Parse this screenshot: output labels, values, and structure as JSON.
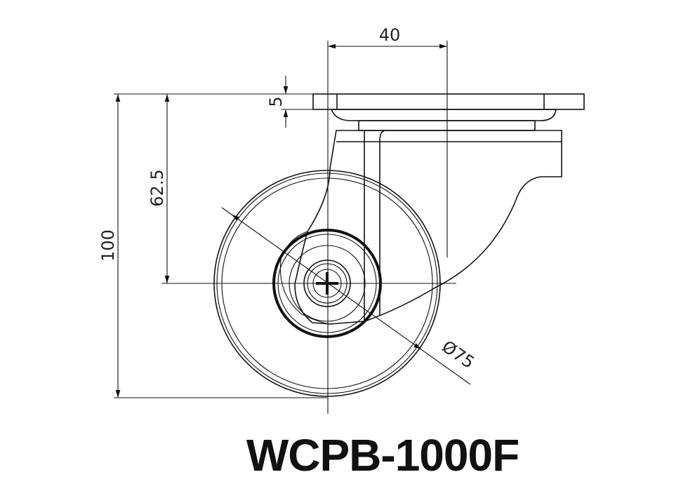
{
  "model": "WCPB-1000F",
  "dimensions": {
    "offset": "40",
    "plate_thickness": "5",
    "axle_height": "62.5",
    "total_height": "100",
    "wheel_diameter": "Ø75"
  }
}
